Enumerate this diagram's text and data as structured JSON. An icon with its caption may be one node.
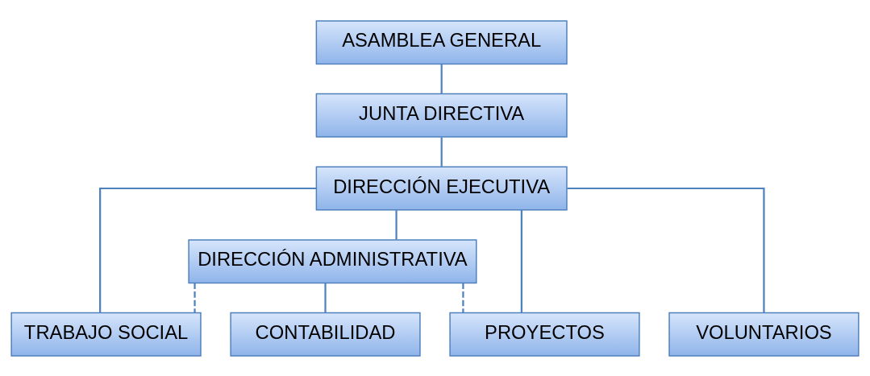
{
  "diagram": {
    "nodes": [
      {
        "text": [
          "ASAMBLEA GENERAL"
        ]
      },
      {
        "text": [
          "JUNTA DIRECTIVA"
        ]
      },
      {
        "text": [
          "DIRECCIÓN EJECUTIVA"
        ]
      },
      {
        "text": [
          "DIRECCIÓN ADMINISTRATIVA"
        ]
      },
      {
        "text": [
          "VOLUNTARIOS"
        ]
      },
      {
        "text": [
          "TRABAJO SOCIAL"
        ]
      },
      {
        "text": [
          "PROYECTOS"
        ]
      },
      {
        "text": [
          "CONTABILIDAD"
        ]
      }
    ],
    "edges": [
      {
        "from": 0,
        "to": 1,
        "arrow": "none"
      },
      {
        "from": 1,
        "to": 2,
        "arrow": "none"
      },
      {
        "from": 2,
        "to": 3,
        "arrow": "none"
      },
      {
        "from": 2,
        "to": 4,
        "arrow": "none"
      },
      {
        "from": 2,
        "to": 5,
        "arrow": "none"
      },
      {
        "from": 2,
        "to": 6,
        "arrow": "none"
      },
      {
        "from": 3,
        "to": 5,
        "arrow": "none",
        "style": "dashed"
      },
      {
        "from": 3,
        "to": 6,
        "arrow": "none",
        "style": "dashed"
      },
      {
        "from": 3,
        "to": 7,
        "arrow": "none"
      }
    ]
  }
}
